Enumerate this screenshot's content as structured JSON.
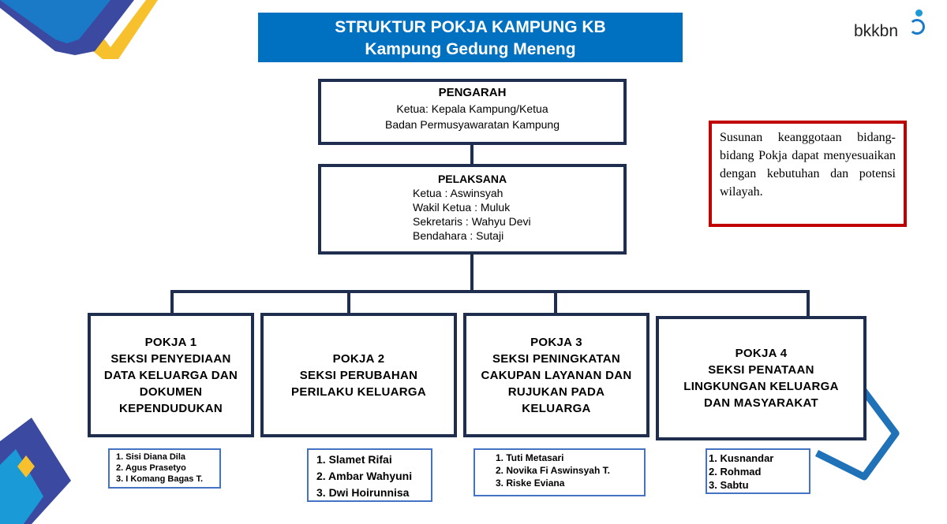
{
  "header": {
    "title_line1": "STRUKTUR  POKJA KAMPUNG KB",
    "title_line2": "Kampung Gedung Meneng",
    "logo_text": "bkkbn"
  },
  "pengarah": {
    "heading": "PENGARAH",
    "line1": "Ketua: Kepala Kampung/Ketua",
    "line2": "Badan Permusyawaratan Kampung"
  },
  "pelaksana": {
    "heading": "PELAKSANA",
    "lines": [
      "Ketua : Aswinsyah",
      "Wakil Ketua : Muluk",
      "Sekretaris : Wahyu Devi",
      "Bendahara : Sutaji"
    ]
  },
  "note": "Susunan keanggotaan bidang-bidang Pokja dapat menyesuaikan dengan kebutuhan dan potensi wilayah.",
  "pokja": [
    {
      "title": "POKJA 1",
      "lines": [
        "SEKSI PENYEDIAAN",
        "DATA KELUARGA DAN",
        "DOKUMEN",
        "KEPENDUDUKAN"
      ],
      "members": [
        "1. Sisi Diana Dila",
        "2. Agus Prasetyo",
        "3. I Komang Bagas T."
      ]
    },
    {
      "title": "POKJA 2",
      "lines": [
        "SEKSI PERUBAHAN",
        "PERILAKU KELUARGA"
      ],
      "members": [
        "1. Slamet  Rifai",
        "2. Ambar Wahyuni",
        "3. Dwi Hoirunnisa"
      ]
    },
    {
      "title": "POKJA 3",
      "lines": [
        "SEKSI PENINGKATAN",
        "CAKUPAN LAYANAN DAN",
        "RUJUKAN PADA",
        "KELUARGA"
      ],
      "members": [
        "1. Tuti Metasari",
        "2. Novika Fi Aswinsyah T.",
        "3. Riske Eviana"
      ]
    },
    {
      "title": "POKJA 4",
      "lines": [
        "SEKSI PENATAAN",
        "LINGKUNGAN KELUARGA",
        "DAN MASYARAKAT"
      ],
      "members": [
        "1. Kusnandar",
        "2. Rohmad",
        "3. Sabtu"
      ]
    }
  ],
  "colors": {
    "title_bg": "#0070c0",
    "border": "#1f2d4f",
    "note_border": "#c00000",
    "member_border": "#4472c4"
  }
}
